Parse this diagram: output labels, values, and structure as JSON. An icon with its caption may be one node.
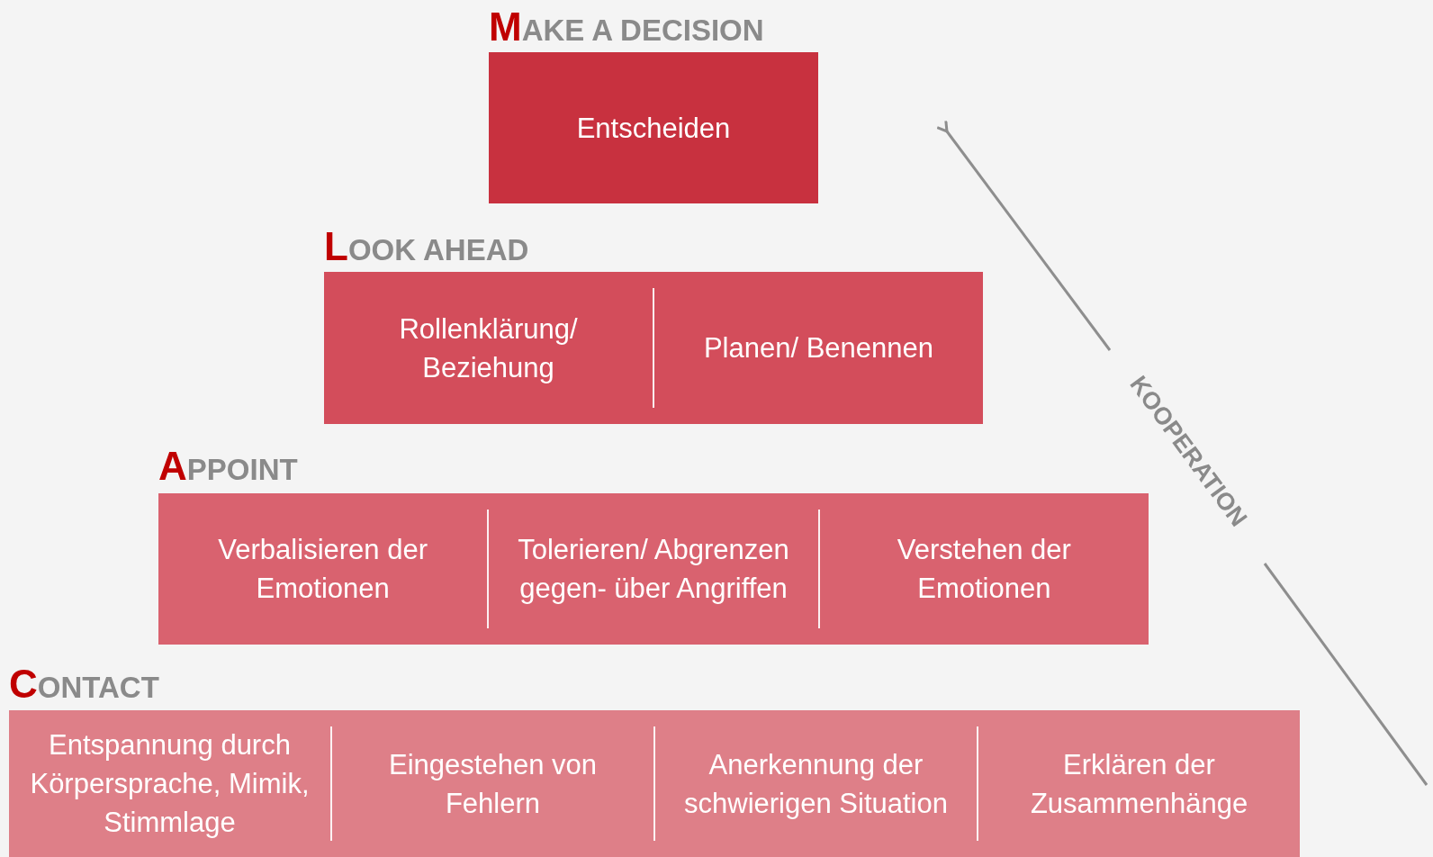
{
  "diagram": {
    "nodes": [
      {
        "text": [
          "MAKE A DECISION",
          "Entscheiden"
        ]
      },
      {
        "text": [
          "LOOK AHEAD"
        ]
      },
      {
        "text": [
          "Rollenklärung/ Beziehung"
        ],
        "in": 1
      },
      {
        "text": [
          "Planen/ Benennen"
        ],
        "in": 1
      },
      {
        "text": [
          "APPOINT"
        ]
      },
      {
        "text": [
          "Verbalisieren der Emotionen"
        ],
        "in": 4
      },
      {
        "text": [
          "Tolerieren/ Abgrenzen gegen- über Angriffen"
        ],
        "in": 4
      },
      {
        "text": [
          "Verstehen der Emotionen"
        ],
        "in": 4
      },
      {
        "text": [
          "CONTACT"
        ]
      },
      {
        "text": [
          "Entspannung durch Körpersprache, Mimik, Stimmlage"
        ],
        "in": 8
      },
      {
        "text": [
          "Eingestehen von Fehlern"
        ],
        "in": 8
      },
      {
        "text": [
          "Anerkennung der schwierigen Situation"
        ],
        "in": 8
      },
      {
        "text": [
          "Erklären der Zusammenhänge"
        ],
        "in": 8
      }
    ],
    "edges": [],
    "labels": [
      "KOOPERATION"
    ]
  }
}
